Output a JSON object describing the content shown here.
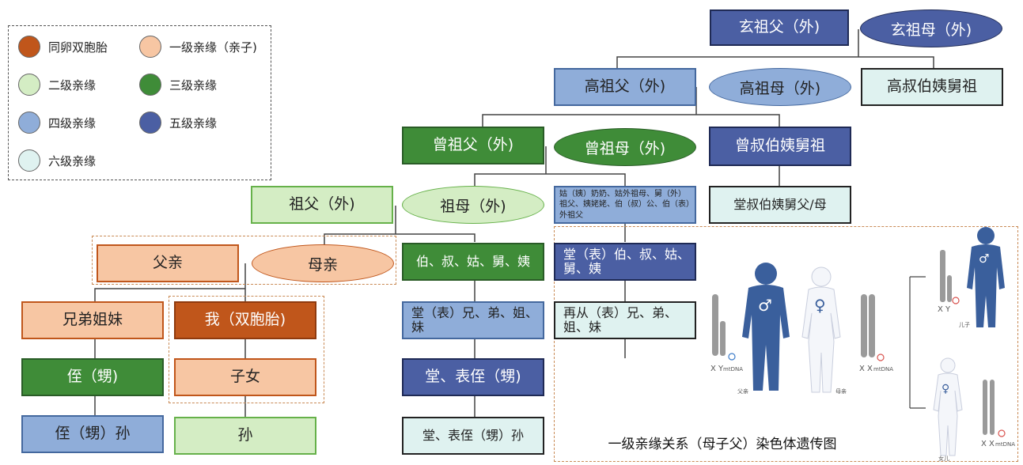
{
  "legend": {
    "items": [
      {
        "label": "同卵双胞胎",
        "color": "#c0561b"
      },
      {
        "label": "一级亲缘（亲子)",
        "color": "#f7c6a3"
      },
      {
        "label": "二级亲缘",
        "color": "#d4edc4"
      },
      {
        "label": "三级亲缘",
        "color": "#3f8c38"
      },
      {
        "label": "四级亲缘",
        "color": "#8fadd9"
      },
      {
        "label": "五级亲缘",
        "color": "#4b5fa3"
      },
      {
        "label": "六级亲缘",
        "color": "#dff2f0"
      }
    ]
  },
  "nodes": {
    "xuanzufu": "玄祖父（外)",
    "xuanzumu": "玄祖母（外)",
    "gaozufu": "高祖父（外)",
    "gaozumu": "高祖母（外)",
    "gaoshu": "高叔伯姨舅祖",
    "zengzufu": "曾祖父（外)",
    "zengzumu": "曾祖母（外)",
    "zengshu": "曾叔伯姨舅祖",
    "zufu": "祖父（外)",
    "zumu": "祖母（外)",
    "guzu": "姑（姨）奶奶、姑外祖母、舅（外）祖父、姨姥姥、伯（叔）公、伯（表）外祖父",
    "tangshu": "堂叔伯姨舅父/母",
    "fuqin": "父亲",
    "muqin": "母亲",
    "boshu": "伯、叔、姑、舅、姨",
    "tangbo": "堂（表）伯、叔、姑、舅、姨",
    "xiongdi": "兄弟姐妹",
    "wo": "我（双胞胎)",
    "tangxiong": "堂（表）兄、弟、姐、妹",
    "zaicong": "再从（表）兄、弟、姐、妹",
    "zhi": "侄（甥)",
    "zinv": "子女",
    "tangzhi": "堂、表侄（甥)",
    "zhisun": "侄（甥）孙",
    "sun": "孙",
    "tangzhisun": "堂、表侄（甥）孙"
  },
  "figure": {
    "caption": "一级亲缘关系（母子父）染色体遗传图",
    "xy_label": "X Y",
    "xx_label": "X X",
    "father_label": "父亲",
    "mother_label": "母亲",
    "son_label": "儿子",
    "daughter_label": "女儿",
    "mtdna_label": "mtDNA",
    "male_symbol": "♂",
    "female_symbol": "♀"
  }
}
